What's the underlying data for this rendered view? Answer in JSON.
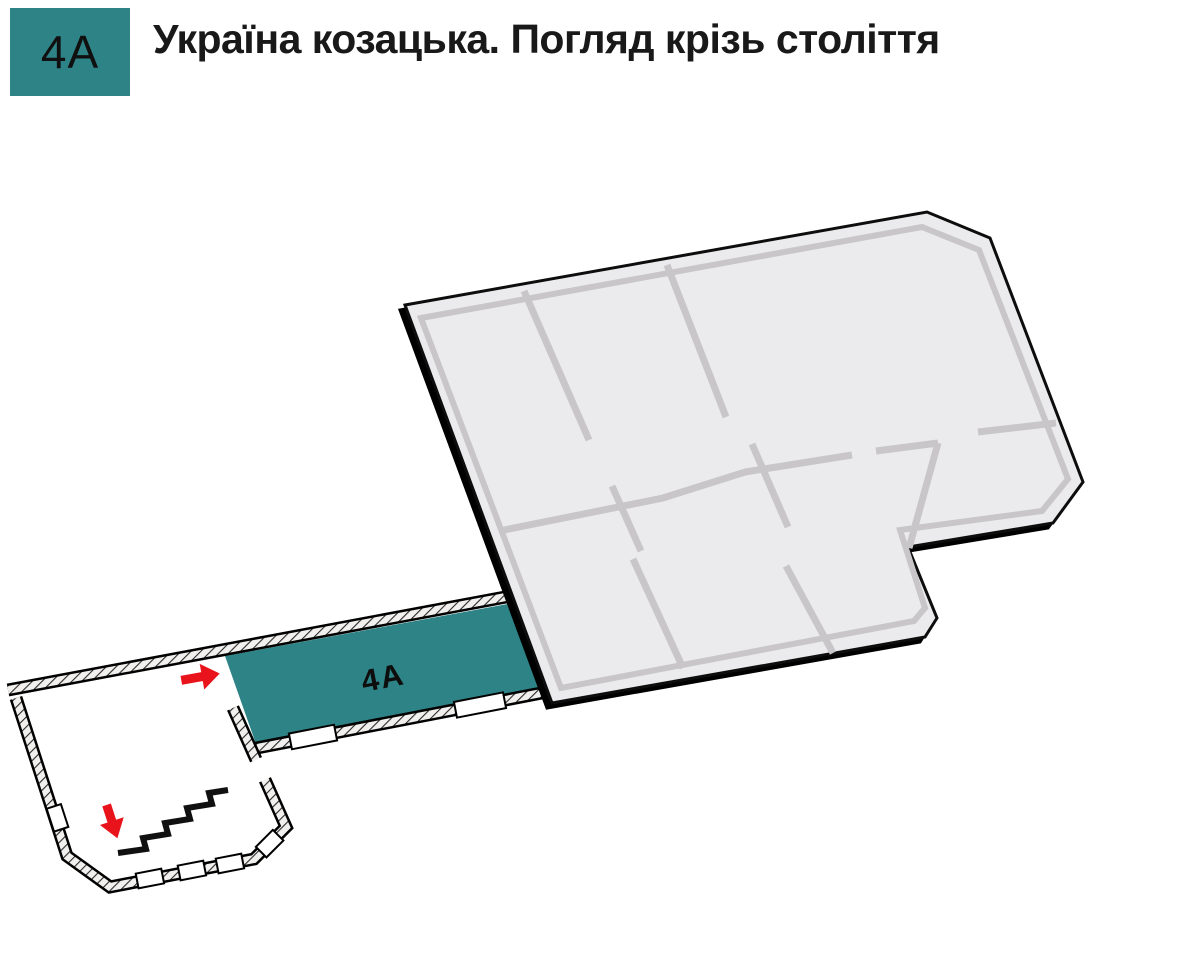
{
  "header": {
    "section_code": "4А",
    "title": "Україна козацька. Погляд крізь століття"
  },
  "plan": {
    "corridor_label": "4А",
    "colors": {
      "accent_teal": "#2E8386",
      "building_fill": "#EBEBED",
      "inner_wall": "#C9C6CA",
      "outline": "#111111",
      "arrow_red": "#E8131B",
      "title_text": "#191919"
    },
    "icons": {
      "stairs": "stairs-icon",
      "entry_arrow": "arrow-right-icon",
      "down_arrow": "arrow-down-icon"
    }
  }
}
